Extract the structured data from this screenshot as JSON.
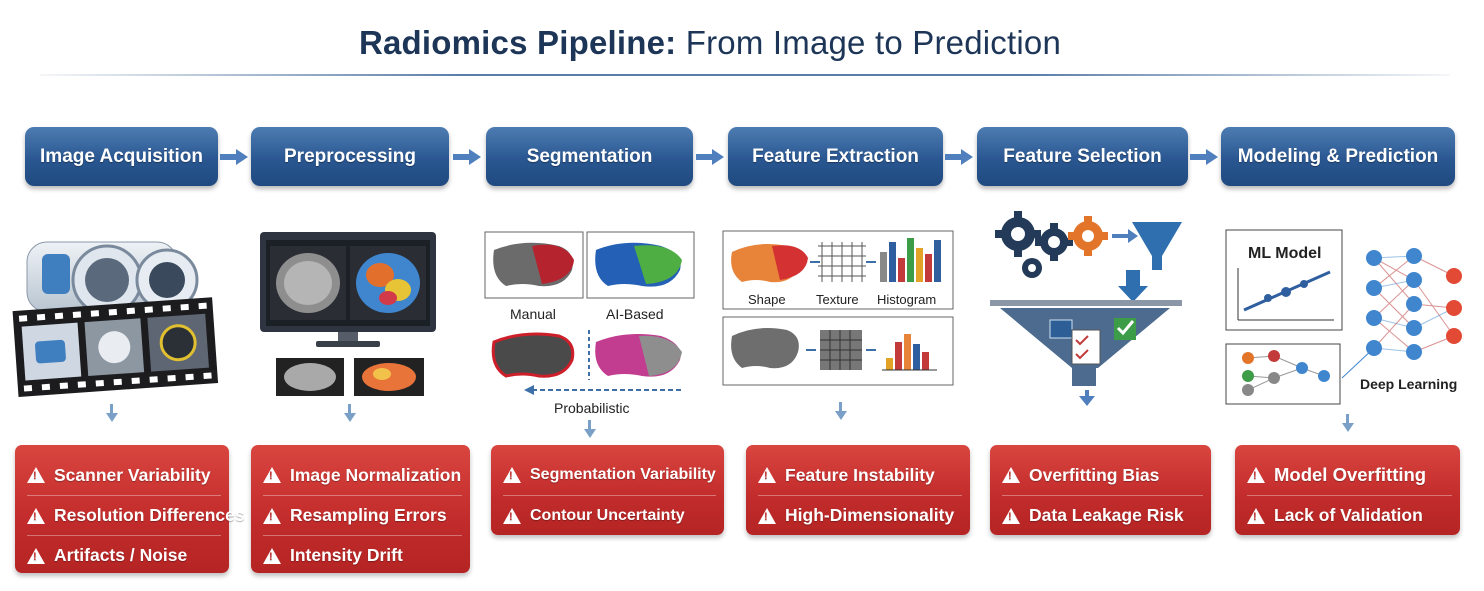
{
  "title": {
    "bold": "Radiomics Pipeline:",
    "rest": " From Image to Prediction"
  },
  "stages": [
    {
      "label": "Image Acquisition"
    },
    {
      "label": "Preprocessing"
    },
    {
      "label": "Segmentation"
    },
    {
      "label": "Feature Extraction"
    },
    {
      "label": "Feature Selection"
    },
    {
      "label": "Modeling & Prediction"
    }
  ],
  "illustrations": {
    "segmentation": {
      "manual": "Manual",
      "ai": "AI-Based",
      "probabilistic": "Probabilistic"
    },
    "feature_extraction": {
      "shape": "Shape",
      "texture": "Texture",
      "histogram": "Histogram"
    },
    "modeling": {
      "ml": "ML Model",
      "dl": "Deep Learning"
    }
  },
  "risks": [
    [
      "Scanner Variability",
      "Resolution Differences",
      "Artifacts / Noise"
    ],
    [
      "Image Normalization",
      "Resampling Errors",
      "Intensity Drift"
    ],
    [
      "Segmentation Variability",
      "Contour Uncertainty"
    ],
    [
      "Feature Instability",
      "High-Dimensionality"
    ],
    [
      "Overfitting Bias",
      "Data Leakage Risk"
    ],
    [
      "Model Overfitting",
      "Lack of Validation"
    ]
  ],
  "colors": {
    "stage_blue": "#2a5791",
    "risk_red": "#c12b2b",
    "arrow_blue": "#4f7fbd",
    "title_navy": "#1d3557"
  }
}
